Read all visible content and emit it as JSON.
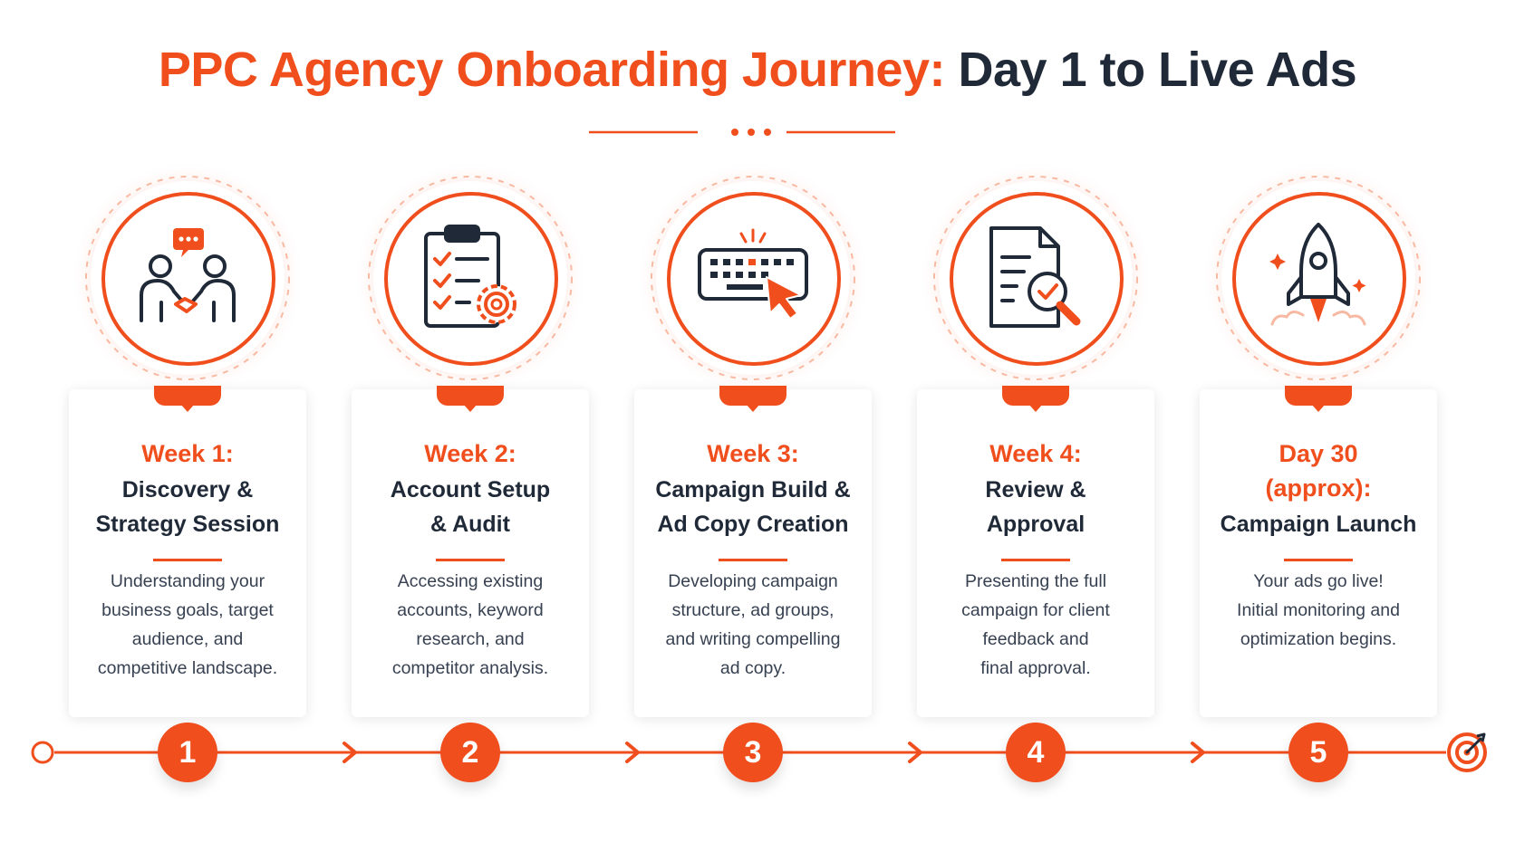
{
  "title": {
    "accent": "PPC Agency Onboarding Journey:",
    "dark": "Day 1 to Live Ads"
  },
  "colors": {
    "accent": "#f04e1c",
    "dark": "#1f2937",
    "text": "#374151"
  },
  "steps": [
    {
      "number": "1",
      "week": "Week 1:",
      "name": [
        "Discovery &",
        "Strategy Session"
      ],
      "desc": [
        "Understanding your",
        "business goals, target",
        "audience, and",
        "competitive landscape."
      ],
      "icon": "handshake-icon"
    },
    {
      "number": "2",
      "week": "Week 2:",
      "name": [
        "Account Setup",
        "& Audit"
      ],
      "desc": [
        "Accessing existing",
        "accounts, keyword",
        "research, and",
        "competitor analysis."
      ],
      "icon": "clipboard-gear-icon"
    },
    {
      "number": "3",
      "week": "Week 3:",
      "name": [
        "Campaign Build &",
        "Ad Copy Creation"
      ],
      "desc": [
        "Developing campaign",
        "structure, ad groups,",
        "and writing compelling",
        "ad copy."
      ],
      "icon": "keyboard-cursor-icon"
    },
    {
      "number": "4",
      "week": "Week 4:",
      "name": [
        "Review &",
        "Approval"
      ],
      "desc": [
        "Presenting the full",
        "campaign for client",
        "feedback and",
        "final approval."
      ],
      "icon": "document-search-icon"
    },
    {
      "number": "5",
      "week": [
        "Day 30",
        "(approx):"
      ],
      "name": [
        "Campaign Launch"
      ],
      "desc": [
        "Your ads go live!",
        "Initial monitoring and",
        "optimization begins."
      ],
      "icon": "rocket-icon"
    }
  ]
}
